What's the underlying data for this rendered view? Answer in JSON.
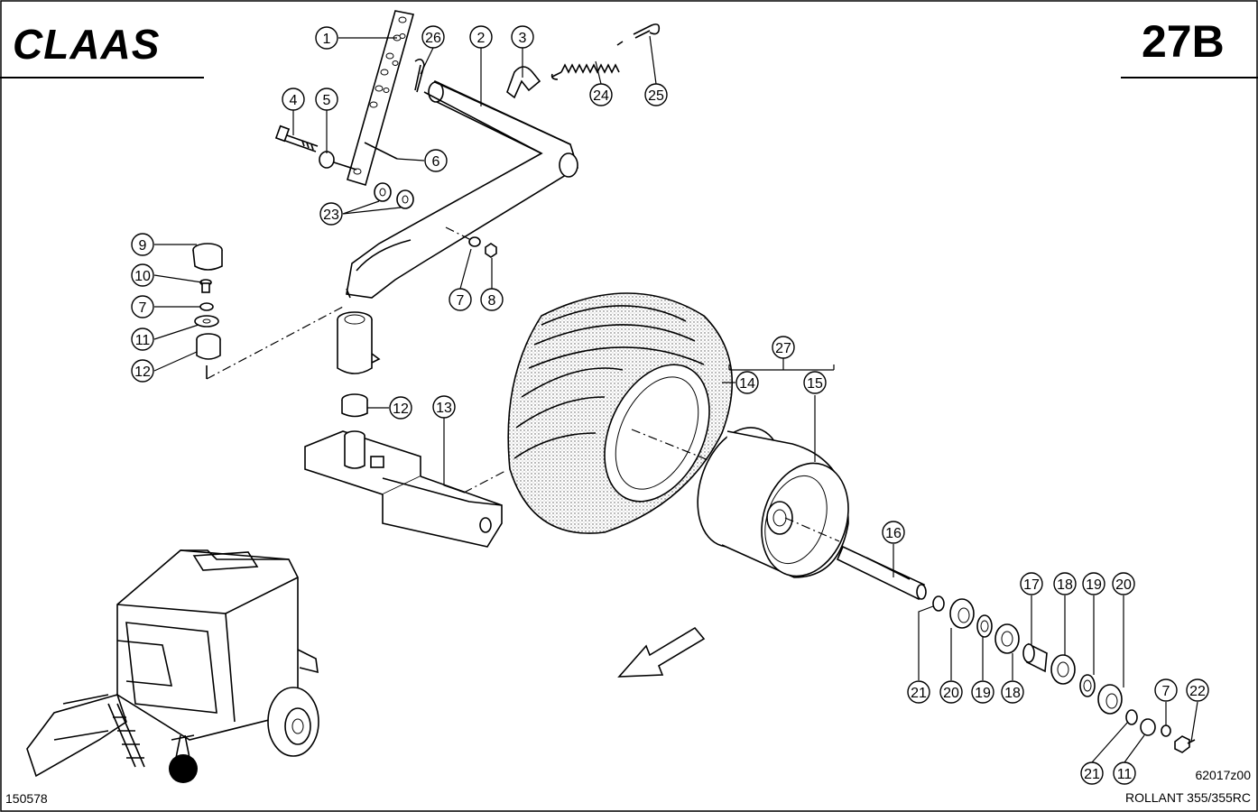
{
  "header": {
    "brand": "CLAAS",
    "page_code": "27B"
  },
  "footer": {
    "left_code": "150578",
    "drawing_number": "62017z00",
    "model": "ROLLANT 355/355RC"
  },
  "callouts": [
    {
      "label": "1"
    },
    {
      "label": "26"
    },
    {
      "label": "2"
    },
    {
      "label": "3"
    },
    {
      "label": "24"
    },
    {
      "label": "25"
    },
    {
      "label": "4"
    },
    {
      "label": "5"
    },
    {
      "label": "6"
    },
    {
      "label": "23"
    },
    {
      "label": "9"
    },
    {
      "label": "10"
    },
    {
      "label": "7"
    },
    {
      "label": "11"
    },
    {
      "label": "12"
    },
    {
      "label": "7"
    },
    {
      "label": "8"
    },
    {
      "label": "12"
    },
    {
      "label": "13"
    },
    {
      "label": "27"
    },
    {
      "label": "14"
    },
    {
      "label": "15"
    },
    {
      "label": "16"
    },
    {
      "label": "17"
    },
    {
      "label": "18"
    },
    {
      "label": "19"
    },
    {
      "label": "20"
    },
    {
      "label": "21"
    },
    {
      "label": "20"
    },
    {
      "label": "19"
    },
    {
      "label": "18"
    },
    {
      "label": "7"
    },
    {
      "label": "22"
    },
    {
      "label": "21"
    },
    {
      "label": "11"
    }
  ],
  "colors": {
    "ink": "#000000",
    "paper": "#ffffff",
    "tire_stipple": "#bdbdbd"
  }
}
